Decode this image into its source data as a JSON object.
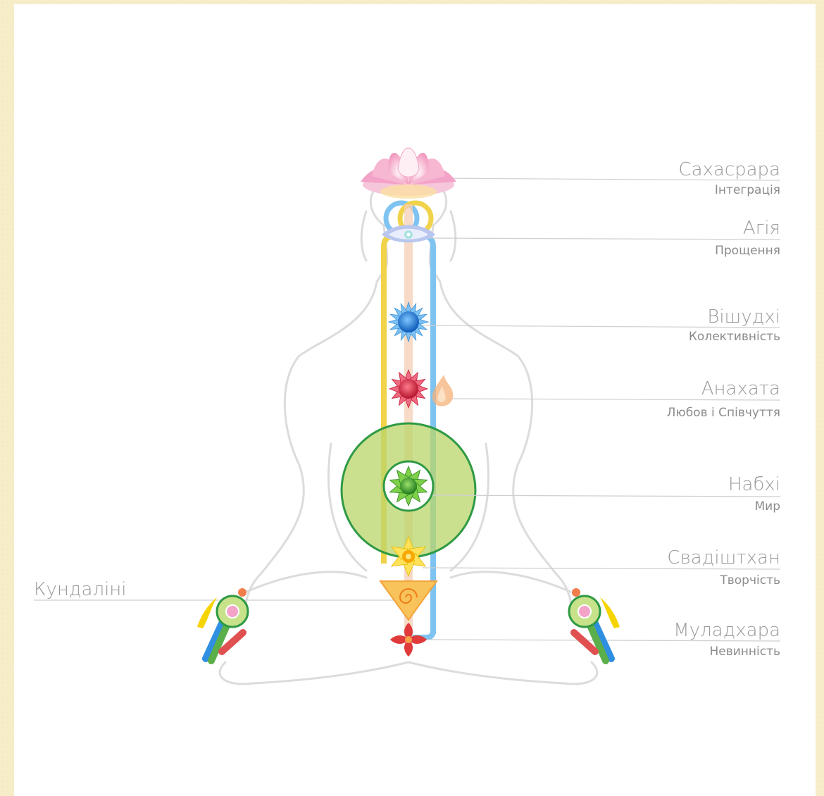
{
  "chakras": [
    {
      "key": "sahasrara",
      "name": "Сахасрара",
      "quality": "Інтеграція",
      "color": "#f3a2c8"
    },
    {
      "key": "agya",
      "name": "Агія",
      "quality": "Прощення",
      "color": "#b9c7ef"
    },
    {
      "key": "vishuddhi",
      "name": "Вішудхі",
      "quality": "Колективність",
      "color": "#2e8fe0"
    },
    {
      "key": "anahata",
      "name": "Анахата",
      "quality": "Любов і Співчуття",
      "color": "#e0304a"
    },
    {
      "key": "nabhi",
      "name": "Набхі",
      "quality": "Мир",
      "color": "#4aa52f"
    },
    {
      "key": "swadishthan",
      "name": "Свадіштхан",
      "quality": "Творчість",
      "color": "#f5d400"
    },
    {
      "key": "mooladhara",
      "name": "Муладхара",
      "quality": "Невинність",
      "color": "#e03a3a"
    }
  ],
  "kundalini": {
    "label": "Кундаліні",
    "color": "#f2a33a"
  },
  "channels": {
    "left": "#f1d34b",
    "right": "#7fc3f0",
    "center": "#f4cdb4"
  },
  "void": {
    "fill": "#b9d66a",
    "stroke": "#2f9a44"
  },
  "figure": {
    "outline": "#dcdcdc"
  }
}
